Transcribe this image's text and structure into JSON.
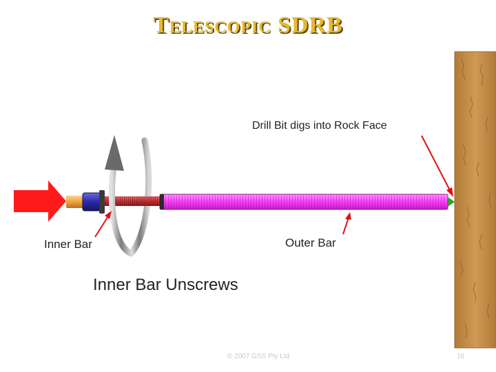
{
  "slide": {
    "title": "Telescopic SDRB",
    "labels": {
      "drill": "Drill Bit digs into Rock Face",
      "outer": "Outer Bar",
      "inner": "Inner Bar",
      "unscrews": "Inner Bar Unscrews"
    },
    "footer": {
      "copyright": "© 2007 GSS Pty Ltd",
      "page": "16"
    }
  },
  "colors": {
    "title": "#e8b830",
    "push_arrow": "#ff1a1a",
    "callout_arrow": "#e01010",
    "outer_bar": "#ff4dff",
    "inner_bar": "#c83232",
    "nut": "#2a2aa8",
    "end_cap": "#f0a040",
    "rock": "#c8934a",
    "rotation_arrow": "#5a5a5a"
  },
  "icons": [
    "push-arrow",
    "rotation-arrow",
    "callout-arrow",
    "rock-face"
  ]
}
